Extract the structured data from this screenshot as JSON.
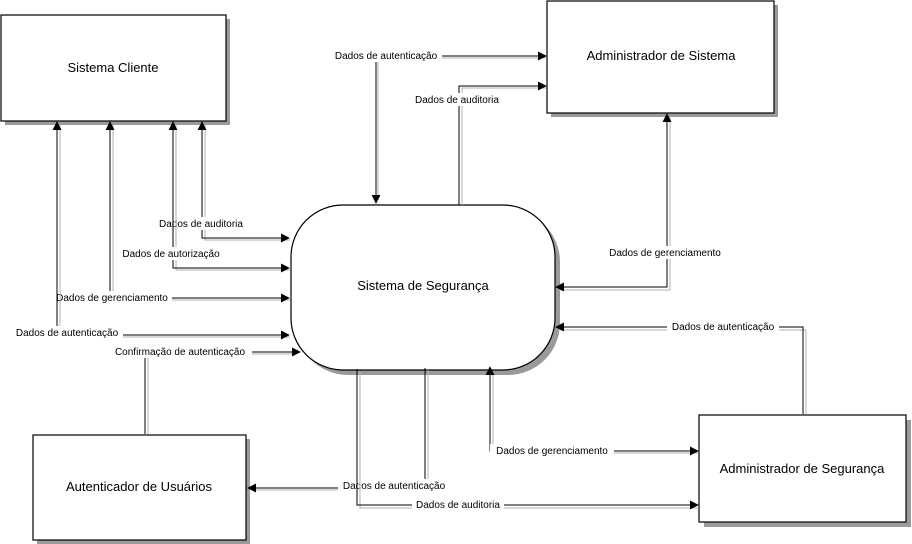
{
  "nodes": {
    "sistema_cliente": "Sistema Cliente",
    "administrador_sistema": "Administrador de Sistema",
    "sistema_seguranca": "Sistema de Segurança",
    "autenticador_usuarios": "Autenticador de Usuários",
    "administrador_seguranca": "Administrador de Segurança"
  },
  "edges": [
    {
      "label": "Dados de autenticação"
    },
    {
      "label": "Dados de auditoria"
    },
    {
      "label": "Dados de auditoria"
    },
    {
      "label": "Dados de autorização"
    },
    {
      "label": "Dados de gerenciamento"
    },
    {
      "label": "Dados de autenticação"
    },
    {
      "label": "Confirmação de autenticação"
    },
    {
      "label": "Dados de gerenciamento"
    },
    {
      "label": "Dados de autenticação"
    },
    {
      "label": "Dados de gerenciamento"
    },
    {
      "label": "Dados de autenticação"
    },
    {
      "label": "Dados de auditoria"
    }
  ]
}
